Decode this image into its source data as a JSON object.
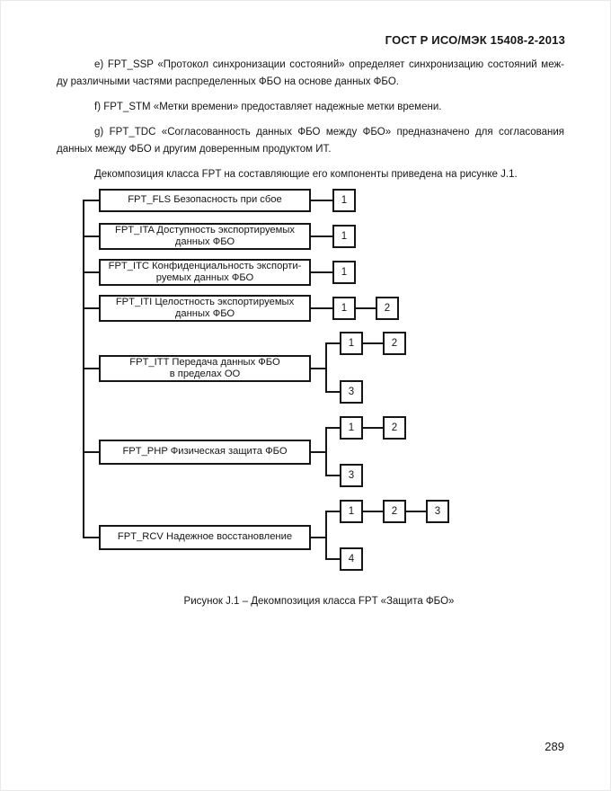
{
  "page": {
    "header": "ГОСТ Р ИСО/МЭК 15408-2-2013",
    "page_number": "289"
  },
  "paragraphs": [
    {
      "lines": [
        {
          "text": "e) FPT_SSP «Протокол синхронизации состояний» определяет синхронизацию состояний меж-",
          "indent": true,
          "justify": true
        },
        {
          "text": "ду различными частями распределенных ФБО на основе данных ФБО.",
          "indent": false,
          "justify": false
        }
      ]
    },
    {
      "lines": [
        {
          "text": "f) FPT_STM «Метки времени» предоставляет надежные метки времени.",
          "indent": true,
          "justify": false
        }
      ]
    },
    {
      "lines": [
        {
          "text": "g) FPT_TDC «Согласованность данных ФБО между ФБО» предназначено для согласования",
          "indent": true,
          "justify": true
        },
        {
          "text": "данных между ФБО и другим доверенным продуктом ИТ.",
          "indent": false,
          "justify": false
        }
      ]
    },
    {
      "lines": [
        {
          "text": "Декомпозиция класса FPT на составляющие его компоненты приведена на рисунке J.1.",
          "indent": true,
          "justify": false
        }
      ]
    }
  ],
  "diagram": {
    "caption": "Рисунок J.1 – Декомпозиция класса FPT «Защита ФБО»",
    "families": [
      {
        "label_lines": [
          "FPT_FLS Безопасность при сбое"
        ],
        "components": [
          [
            "1"
          ]
        ]
      },
      {
        "label_lines": [
          "FPT_ITA Доступность экспортируемых",
          "данных ФБО"
        ],
        "components": [
          [
            "1"
          ]
        ]
      },
      {
        "label_lines": [
          "FPT_ITC Конфиденциальность экспорти-",
          "руемых данных ФБО"
        ],
        "components": [
          [
            "1"
          ]
        ]
      },
      {
        "label_lines": [
          "FPT_ITI Целостность экспортируемых",
          "данных ФБО"
        ],
        "components": [
          [
            "1",
            "2"
          ]
        ]
      },
      {
        "label_lines": [
          "FPT_ITT Передача данных ФБО",
          "в пределах ОО"
        ],
        "components": [
          [
            "1",
            "2"
          ],
          [
            "3"
          ]
        ]
      },
      {
        "label_lines": [
          "FPT_PHP Физическая защита ФБО"
        ],
        "components": [
          [
            "1",
            "2"
          ],
          [
            "3"
          ]
        ]
      },
      {
        "label_lines": [
          "FPT_RCV Надежное восстановление"
        ],
        "components": [
          [
            "1",
            "2",
            "3"
          ],
          [
            "4"
          ]
        ]
      }
    ]
  },
  "colors": {
    "ink": "#161616",
    "page_bg": "#ffffff"
  }
}
